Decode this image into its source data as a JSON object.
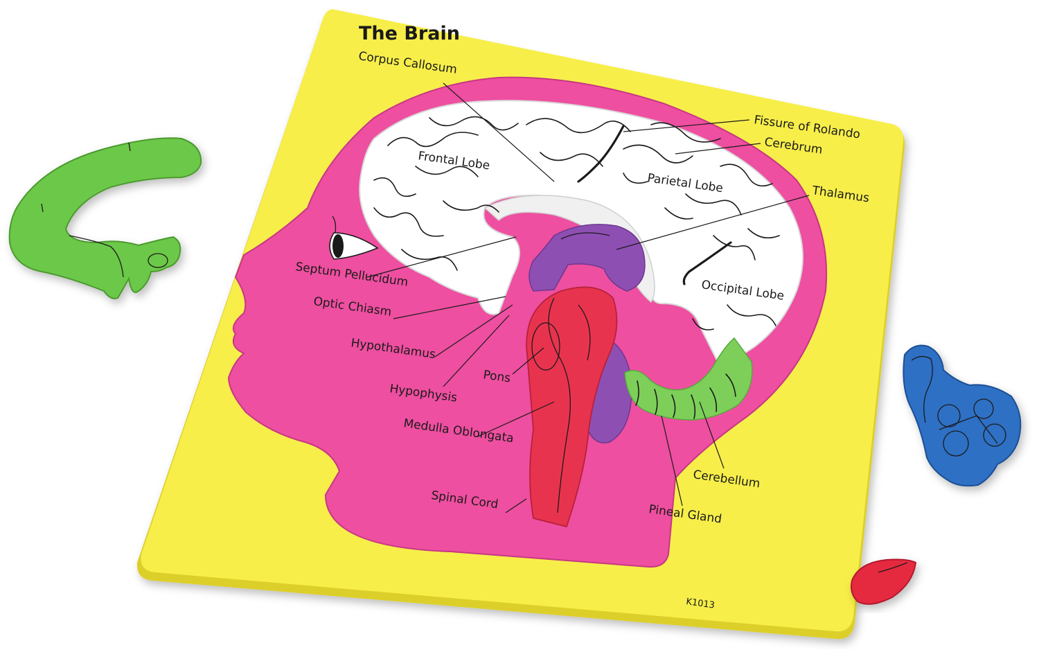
{
  "board": {
    "title": "The Brain",
    "product_code": "K1013"
  },
  "labels": {
    "corpus_callosum": "Corpus Callosum",
    "fissure_of_rolando": "Fissure of Rolando",
    "cerebrum": "Cerebrum",
    "frontal_lobe": "Frontal Lobe",
    "parietal_lobe": "Parietal Lobe",
    "thalamus": "Thalamus",
    "septum_pellucidum": "Septum Pellucidum",
    "optic_chiasm": "Optic Chiasm",
    "occipital_lobe": "Occipital Lobe",
    "hypothalamus": "Hypothalamus",
    "pons": "Pons",
    "hypophysis": "Hypophysis",
    "medulla_oblongata": "Medulla Oblongata",
    "cerebellum": "Cerebellum",
    "spinal_cord": "Spinal Cord",
    "pineal_gland": "Pineal Gland"
  },
  "colors": {
    "board": "#f7ee4a",
    "head": "#ee4fa0",
    "cerebrum": "#ffffff",
    "brainstem_piece": "#e8334f",
    "thalamus_piece": "#8e4fb3",
    "cerebellum_piece": "#7dcf5a",
    "loose_green_piece": "#6cc848",
    "loose_blue_piece": "#2f6fc4",
    "loose_red_piece": "#e52a40"
  }
}
